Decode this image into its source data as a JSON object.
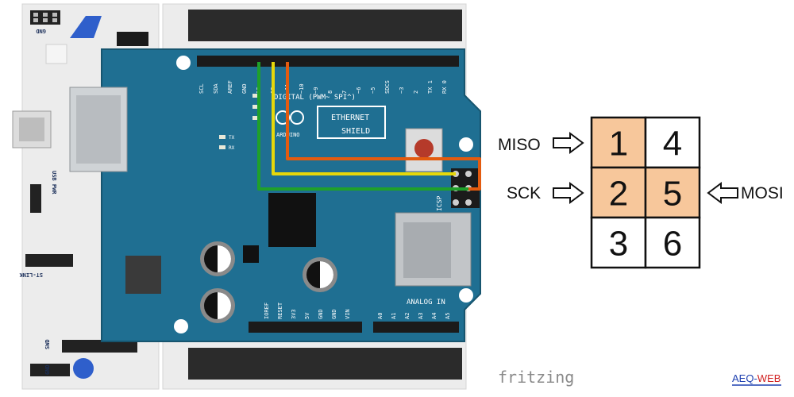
{
  "board": {
    "shield_name_line1": "ETHERNET",
    "shield_name_line2": "SHIELD",
    "arduino_text": "ARDUINO",
    "digital_label": "DIGITAL (PWM~ SPI^)",
    "analog_label": "ANALOG IN",
    "icsp_label": "ICSP",
    "tx_label": "TX",
    "rx_label": "RX",
    "top_header_pins": [
      "SCL",
      "SDA",
      "AREF",
      "GND",
      "13",
      "12",
      "~11",
      "~10",
      "~9",
      "8",
      "7",
      "~6",
      "~5",
      "SDCS",
      "~3",
      "2",
      "TX 1",
      "RX 0"
    ],
    "power_pins": [
      "IOREF",
      "RESET",
      "3V3",
      "5V",
      "GND",
      "GND",
      "VIN"
    ],
    "analog_pins": [
      "A0",
      "A1",
      "A2",
      "A3",
      "A4",
      "A5"
    ]
  },
  "carrier": {
    "gnd_label": "GND",
    "usb_pwr_label": "USB PWR",
    "stlink_label": "ST-LINK",
    "swd_label": "SWD",
    "gnd2_label": "GND"
  },
  "wires": [
    {
      "signal": "SCK",
      "color": "#1fa02a"
    },
    {
      "signal": "MISO",
      "color": "#e6d80a"
    },
    {
      "signal": "MOSI",
      "color": "#e35b0f"
    }
  ],
  "icsp_header": {
    "cells": [
      "1",
      "4",
      "2",
      "5",
      "3",
      "6"
    ],
    "highlighted": [
      "1",
      "2",
      "5"
    ],
    "highlight_color": "#f7c79b",
    "signals": {
      "miso": "MISO",
      "sck": "SCK",
      "mosi": "MOSI"
    }
  },
  "footer": {
    "fritzing": "fritzing",
    "credit_prefix": "AEQ-",
    "credit_suffix": "WEB",
    "credit_color_prefix": "#1e40b0",
    "credit_color_suffix": "#d02020"
  }
}
